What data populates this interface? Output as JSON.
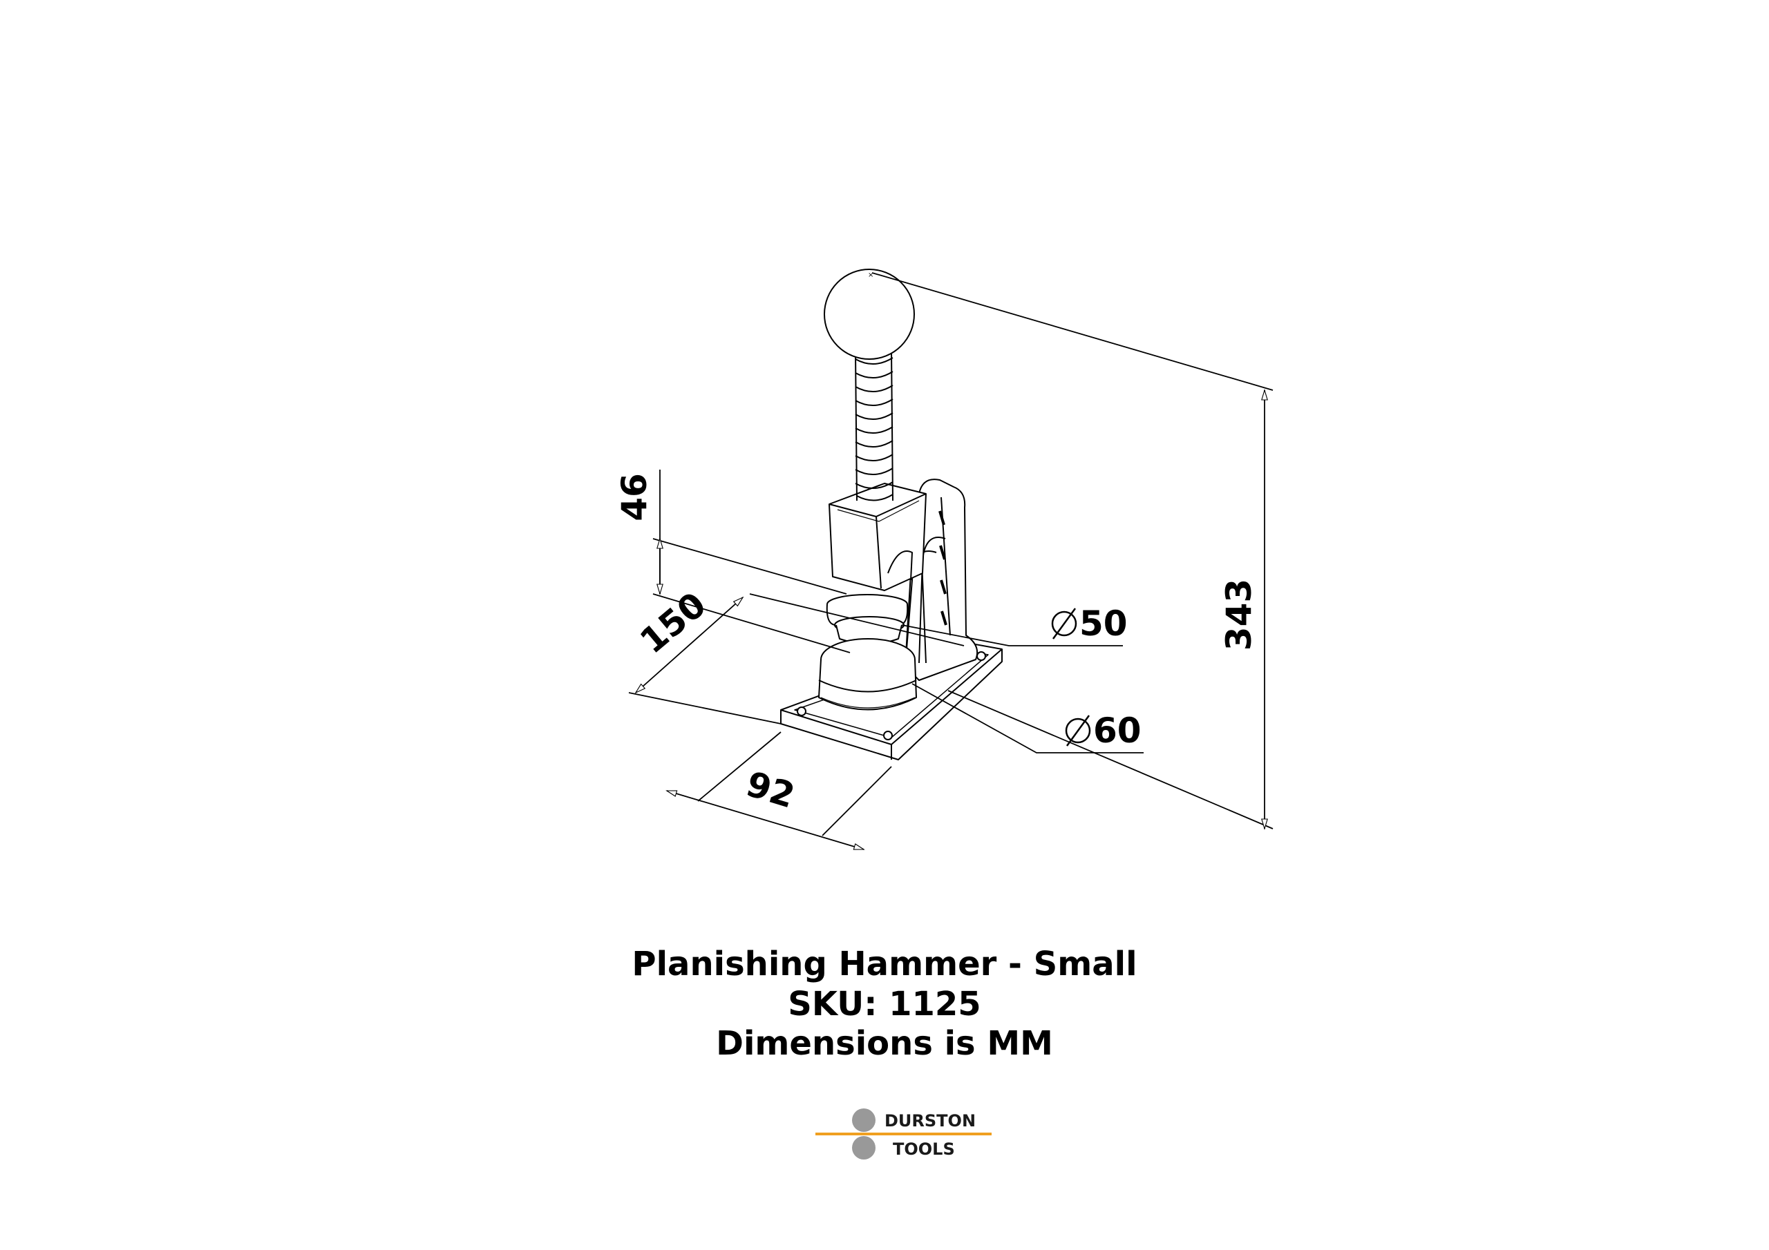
{
  "dimensions": {
    "overall_height": "343",
    "head_gap": "46",
    "base_length": "150",
    "base_width": "92",
    "upper_die_dia": "50",
    "lower_die_dia": "60"
  },
  "caption": {
    "title": "Planishing Hammer - Small",
    "sku": "SKU: 1125",
    "units": "Dimensions is MM"
  },
  "logo": {
    "line1": "DURSTON",
    "line2": "TOOLS",
    "accent_color": "#f0a020",
    "circle_color": "#999999"
  }
}
